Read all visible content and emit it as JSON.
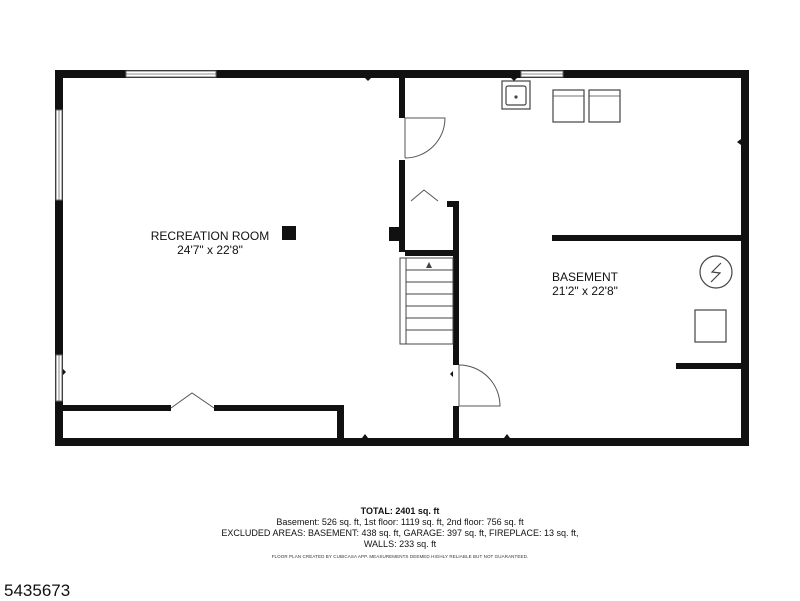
{
  "rooms": {
    "recreation": {
      "name": "RECREATION ROOM",
      "dims": "24'7\" x 22'8\""
    },
    "basement": {
      "name": "BASEMENT",
      "dims": "21'2\" x 22'8\""
    }
  },
  "summary": {
    "total": "TOTAL: 2401 sq. ft",
    "line1": "Basement: 526 sq. ft, 1st floor: 1119 sq. ft, 2nd floor: 756 sq. ft",
    "line2": "EXCLUDED AREAS: BASEMENT: 438 sq. ft, GARAGE: 397 sq. ft, FIREPLACE: 13 sq. ft,",
    "line3": "WALLS: 233 sq. ft",
    "credit": "FLOOR PLAN CREATED BY CUBICASA APP. MEASUREMENTS DEEMED HIGHLY RELIABLE BUT NOT GUARANTEED."
  },
  "listing_id": "5435673",
  "colors": {
    "wall": "#111111",
    "background": "#ffffff",
    "fixture_stroke": "#444444"
  },
  "icons": [
    "sink-icon",
    "washer-icon",
    "dryer-icon",
    "electrical-panel-icon",
    "utility-box-icon",
    "column-icon"
  ]
}
